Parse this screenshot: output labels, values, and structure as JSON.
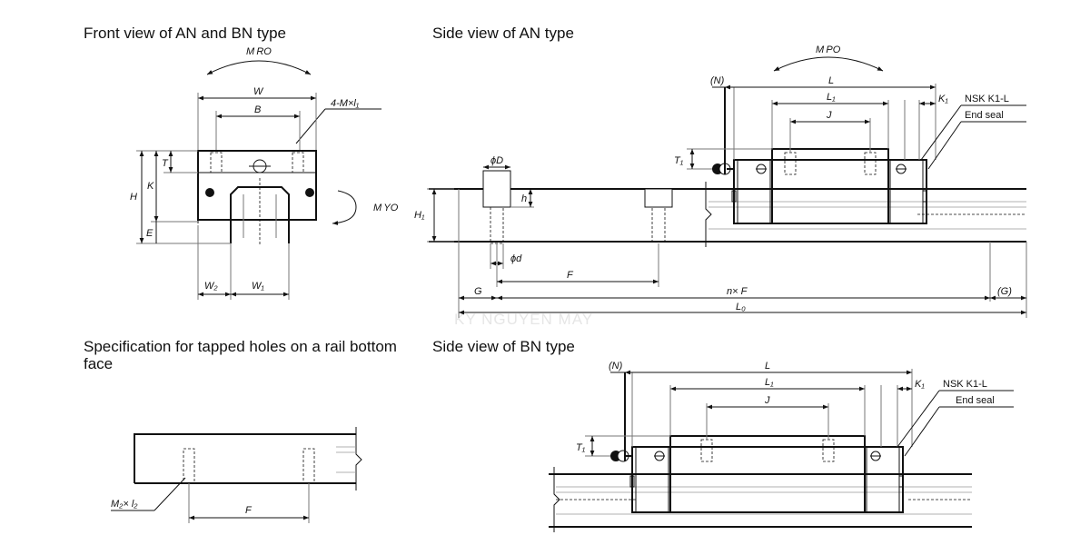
{
  "titles": {
    "front": "Front view of AN and BN type",
    "side_an": "Side view of AN type",
    "bottom": "Specification for tapped holes on a rail bottom face",
    "side_bn": "Side view of BN type"
  },
  "watermark": "KY NGUYEN MAY",
  "front_labels": {
    "mro": "M RO",
    "w": "W",
    "b": "B",
    "holes": "4-M×l₁",
    "t": "T",
    "k": "K",
    "h": "H",
    "e": "E",
    "myo": "M YO",
    "w2": "W₂",
    "w1": "W₁"
  },
  "an_labels": {
    "mpo": "M PO",
    "n": "(N)",
    "l": "L",
    "l1": "L₁",
    "j": "J",
    "k1": "K₁",
    "k1l": "NSK K1-L",
    "seal": "End seal",
    "t1": "T₁",
    "phiD": "ϕD",
    "h": "h",
    "h1": "H₁",
    "phid": "ϕd",
    "f": "F",
    "g": "G",
    "nf": "n× F",
    "g2": "(G)",
    "l0": "L₀"
  },
  "bottom_labels": {
    "m2": "M₂× l₂",
    "f": "F"
  },
  "bn_labels": {
    "n": "(N)",
    "l": "L",
    "l1": "L₁",
    "j": "J",
    "k1": "K₁",
    "k1l": "NSK K1-L",
    "seal": "End seal",
    "t1": "T₁"
  }
}
